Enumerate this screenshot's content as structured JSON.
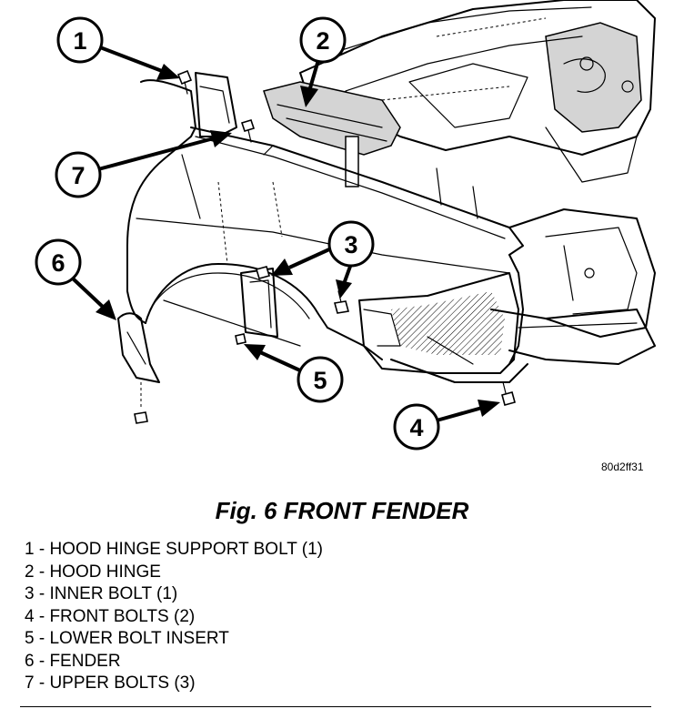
{
  "diagram": {
    "figure_code": "80d2ff31",
    "callouts": [
      "1",
      "2",
      "3",
      "4",
      "5",
      "6",
      "7"
    ]
  },
  "caption": "Fig. 6 FRONT FENDER",
  "legend": [
    "1 - HOOD HINGE SUPPORT BOLT (1)",
    "2 - HOOD HINGE",
    "3 - INNER BOLT (1)",
    "4 - FRONT BOLTS (2)",
    "5 - LOWER BOLT INSERT",
    "6 - FENDER",
    "7 - UPPER BOLTS (3)"
  ]
}
